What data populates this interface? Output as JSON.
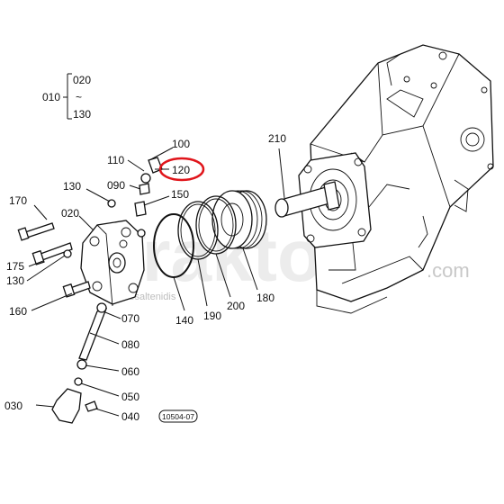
{
  "watermark": {
    "brand": "Traktor",
    "suffix": ".com",
    "sub": "Kesaltenidis"
  },
  "highlight_color": "#e0151b",
  "diagram_code": "10504-07",
  "callouts": [
    {
      "id": "010",
      "text": "010"
    },
    {
      "id": "020",
      "text": "020"
    },
    {
      "id": "tilde",
      "text": "~"
    },
    {
      "id": "130",
      "text": "130"
    },
    {
      "id": "100",
      "text": "100"
    },
    {
      "id": "110",
      "text": "110"
    },
    {
      "id": "120",
      "text": "120"
    },
    {
      "id": "090",
      "text": "090"
    },
    {
      "id": "150",
      "text": "150"
    },
    {
      "id": "210",
      "text": "210"
    },
    {
      "id": "170",
      "text": "170"
    },
    {
      "id": "130b",
      "text": "130"
    },
    {
      "id": "020b",
      "text": "020"
    },
    {
      "id": "175",
      "text": "175"
    },
    {
      "id": "130c",
      "text": "130"
    },
    {
      "id": "160",
      "text": "160"
    },
    {
      "id": "070",
      "text": "070"
    },
    {
      "id": "140",
      "text": "140"
    },
    {
      "id": "190",
      "text": "190"
    },
    {
      "id": "200",
      "text": "200"
    },
    {
      "id": "180",
      "text": "180"
    },
    {
      "id": "080",
      "text": "080"
    },
    {
      "id": "060",
      "text": "060"
    },
    {
      "id": "050",
      "text": "050"
    },
    {
      "id": "030",
      "text": "030"
    },
    {
      "id": "040",
      "text": "040"
    }
  ]
}
